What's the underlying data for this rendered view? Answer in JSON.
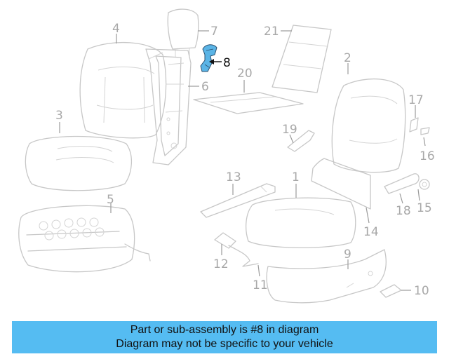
{
  "diagram": {
    "highlighted_part": "8",
    "highlight_color": "#5ab4e6",
    "callouts": {
      "c1": "1",
      "c2": "2",
      "c3": "3",
      "c4": "4",
      "c5": "5",
      "c6": "6",
      "c7": "7",
      "c8": "8",
      "c9": "9",
      "c10": "10",
      "c11": "11",
      "c12": "12",
      "c13": "13",
      "c14": "14",
      "c15": "15",
      "c16": "16",
      "c17": "17",
      "c18": "18",
      "c19": "19",
      "c20": "20",
      "c21": "21"
    }
  },
  "banner": {
    "line1": "Part or sub-assembly is #8 in diagram",
    "line2": "Diagram may not be specific to your vehicle",
    "background": "#55bcf2"
  }
}
